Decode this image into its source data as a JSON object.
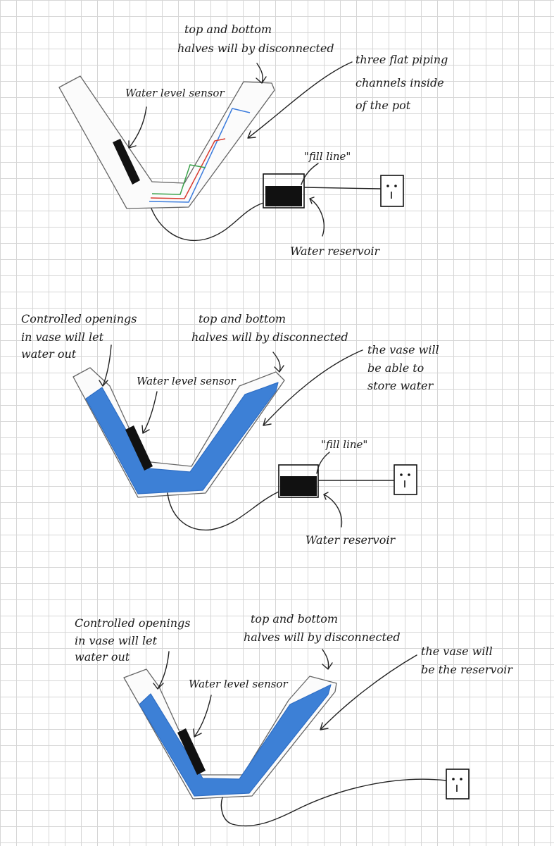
{
  "panel_1": {
    "label_halves": [
      "top and bottom",
      "halves will by disconnected"
    ],
    "label_channels": [
      "three flat piping",
      "channels inside",
      "of the pot"
    ],
    "label_sensor": "Water level sensor",
    "label_fill_line": "\"fill line\"",
    "label_reservoir": "Water reservoir",
    "channel_colors": [
      "#3a7bdc",
      "#d83a2e",
      "#3aa14a"
    ]
  },
  "panel_2": {
    "label_openings": [
      "Controlled openings",
      "in vase will let",
      "water out"
    ],
    "label_halves": [
      "top and bottom",
      "halves will by disconnected"
    ],
    "label_store": [
      "the vase will",
      "be able to",
      "store water"
    ],
    "label_sensor": "Water level sensor",
    "label_fill_line": "\"fill line\"",
    "label_reservoir": "Water reservoir",
    "water_color": "#3d80d6"
  },
  "panel_3": {
    "label_openings": [
      "Controlled openings",
      "in vase will let",
      "water out"
    ],
    "label_halves": [
      "top and bottom",
      "halves will by disconnected"
    ],
    "label_vase_reservoir": [
      "the vase will",
      "be the reservoir"
    ],
    "label_sensor": "Water level sensor",
    "water_color": "#3d80d6"
  }
}
